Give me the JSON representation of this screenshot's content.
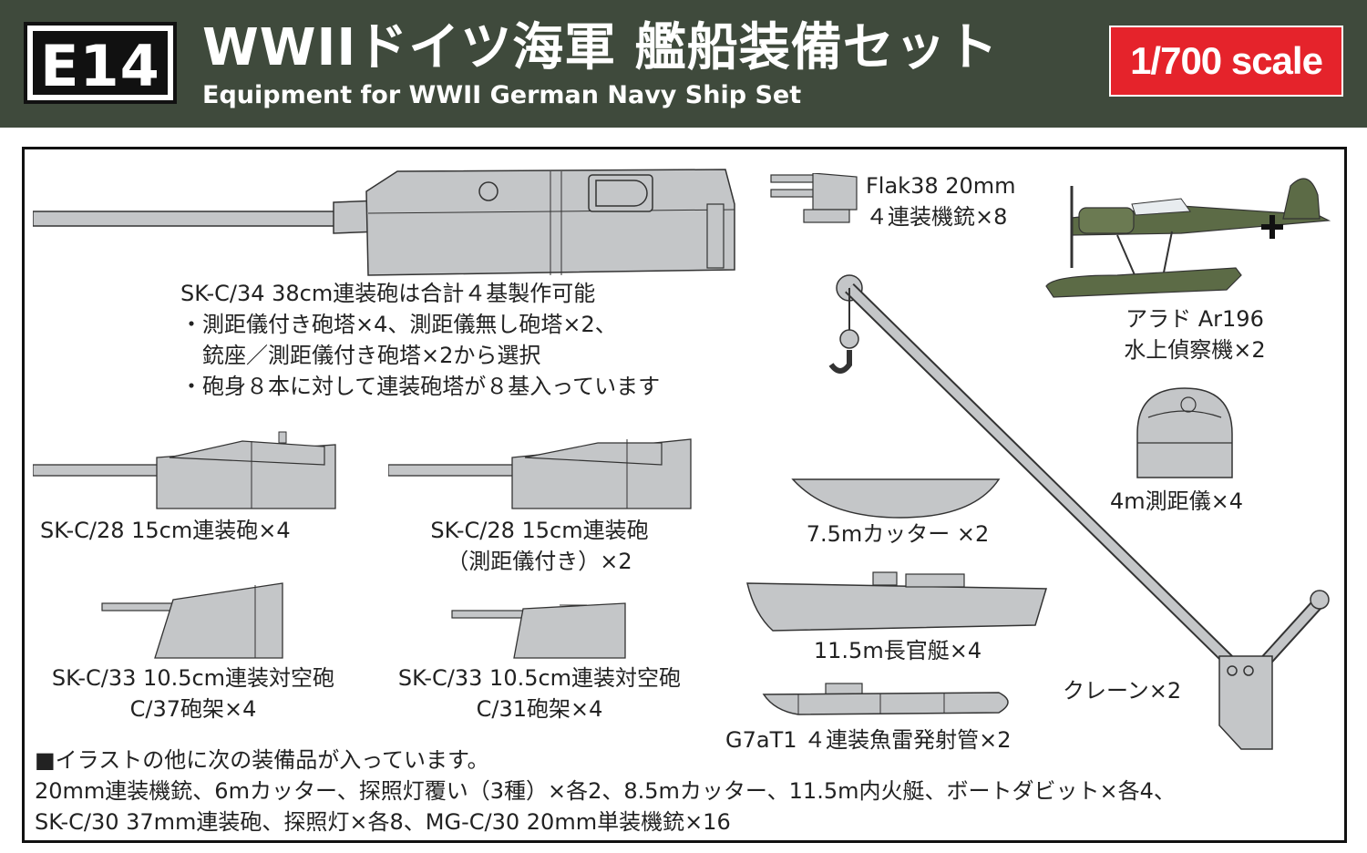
{
  "header": {
    "code": "E14",
    "title_jp": "WWIIドイツ海軍 艦船装備セット",
    "title_en": "Equipment for WWII German Navy Ship Set",
    "scale": "1/700 scale",
    "bg_color": "#3f4a3c",
    "badge_color": "#e5232b"
  },
  "items": {
    "main_turret": {
      "line1": "SK-C/34 38cm連装砲は合計４基製作可能",
      "line2": "・測距儀付き砲塔×4、測距儀無し砲塔×2、",
      "line3": "銃座／測距儀付き砲塔×2から選択",
      "line4": "・砲身８本に対して連装砲塔が８基入っています"
    },
    "flak38": {
      "line1": "Flak38 20mm",
      "line2": "４連装機銃×8"
    },
    "arado": {
      "line1": "アラド Ar196",
      "line2": "水上偵察機×2"
    },
    "rangefinder": {
      "label": "4m測距儀×4"
    },
    "sk28": {
      "label": "SK-C/28 15cm連装砲×4"
    },
    "sk28_rf": {
      "line1": "SK-C/28 15cm連装砲",
      "line2": "（測距儀付き）×2"
    },
    "cutter": {
      "label": "7.5mカッター ×2"
    },
    "launch": {
      "label": "11.5m長官艇×4"
    },
    "crane": {
      "label": "クレーン×2"
    },
    "sk33_37": {
      "line1": "SK-C/33 10.5cm連装対空砲",
      "line2": "C/37砲架×4"
    },
    "sk33_31": {
      "line1": "SK-C/33 10.5cm連装対空砲",
      "line2": "C/31砲架×4"
    },
    "torpedo": {
      "label": "G7aT1 ４連装魚雷発射管×2"
    }
  },
  "footer": {
    "line1": "■イラストの他に次の装備品が入っています。",
    "line2": "20mm連装機銃、6mカッター、探照灯覆い（3種）×各2、8.5mカッター、11.5m内火艇、ボートダビット×各4、",
    "line3": "SK-C/30 37mm連装砲、探照灯×各8、MG-C/30 20mm単装機銃×16"
  },
  "colors": {
    "model_gray": "#c4c6c8",
    "outline": "#333333",
    "plane_green": "#5c6b46"
  }
}
